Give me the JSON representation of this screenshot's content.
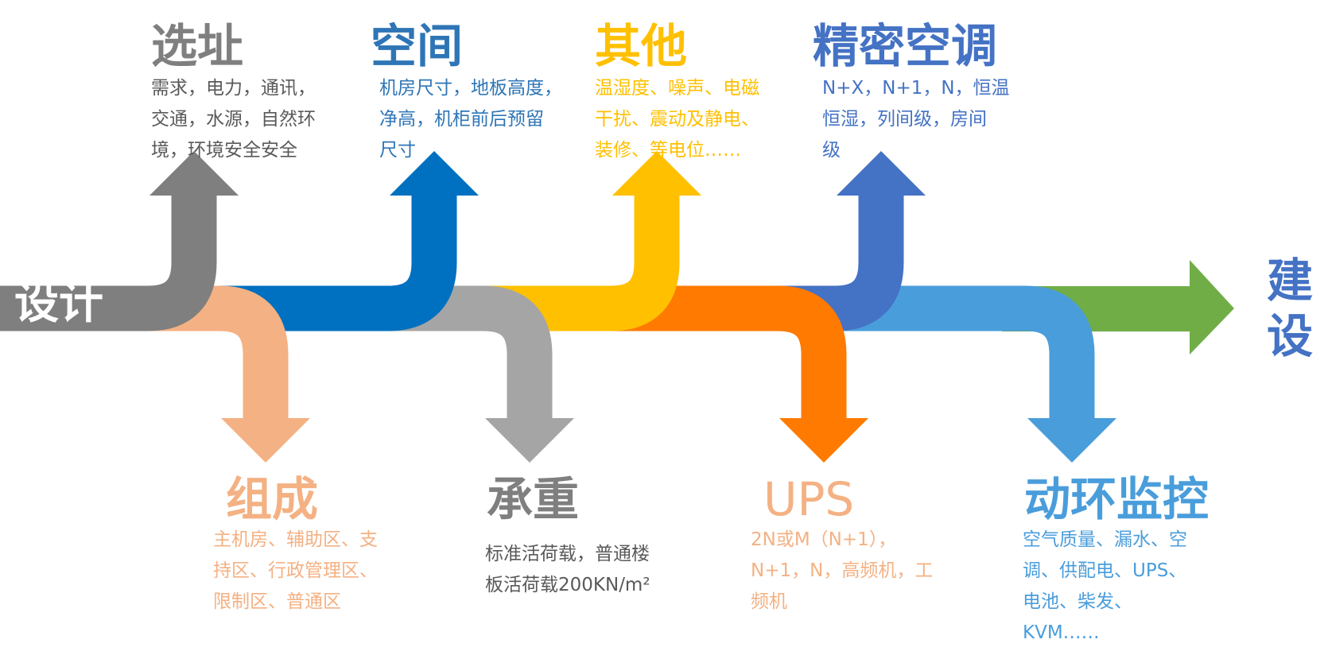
{
  "start_label": "设计",
  "end_label": [
    "建",
    "设"
  ],
  "colors": {
    "site": "#7F7F7F",
    "space": "#0070C0",
    "other": "#FFC000",
    "precision_ac": "#4472C4",
    "composition": "#F4B183",
    "bearing": "#A5A5A5",
    "ups": "#FF7A00",
    "monitoring": "#4A9DDB",
    "final": "#70AD47",
    "end_label": "#4472C4"
  },
  "top_items": [
    {
      "title": "选址",
      "lines": [
        "需求，电力，通讯，",
        "交通，水源，自然环",
        "境，环境安全安全"
      ]
    },
    {
      "title": "空间",
      "lines": [
        "机房尺寸，地板高度，",
        "净高，机柜前后预留",
        "尺寸"
      ]
    },
    {
      "title": "其他",
      "lines": [
        "温湿度、噪声、电磁",
        "干扰、震动及静电、",
        "装修、等电位……"
      ]
    },
    {
      "title": "精密空调",
      "lines": [
        "N+X，N+1，N，恒温",
        "恒湿，列间级，房间",
        "级"
      ]
    }
  ],
  "bottom_items": [
    {
      "title": "组成",
      "lines": [
        "主机房、辅助区、支",
        "持区、行政管理区、",
        "限制区、普通区"
      ]
    },
    {
      "title": "承重",
      "lines": [
        "标准活荷载，普通楼",
        "板活荷载200KN/m²"
      ]
    },
    {
      "title": "UPS",
      "lines": [
        "2N或M（N+1），",
        "N+1，N，高频机，工",
        "频机"
      ]
    },
    {
      "title": "动环监控",
      "lines": [
        "空气质量、漏水、空",
        "调、供配电、UPS、",
        "电池、柴发、",
        "KVM……"
      ]
    }
  ]
}
